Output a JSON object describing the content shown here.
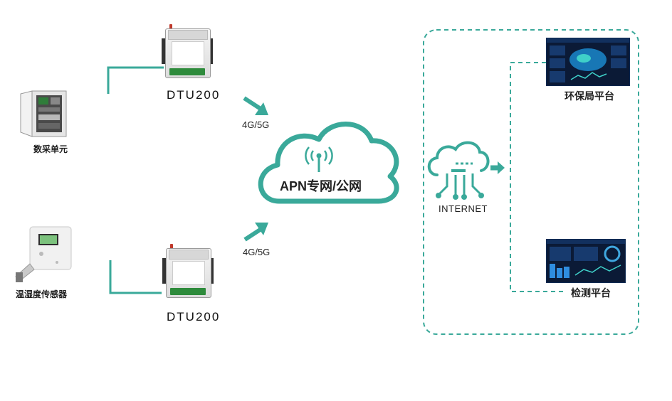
{
  "devices": {
    "data_unit": {
      "label": "数采单元"
    },
    "sensor": {
      "label": "温湿度传感器"
    }
  },
  "dtu": {
    "top_label": "DTU200",
    "bottom_label": "DTU200"
  },
  "network": {
    "top_link": "4G/5G",
    "bottom_link": "4G/5G",
    "cloud_label": "APN专网/公网",
    "internet_label": "INTERNET"
  },
  "platforms": {
    "env_bureau": "环保局平台",
    "monitoring": "检测平台"
  },
  "colors": {
    "accent": "#3aa99a",
    "connector": "#3aa99a"
  }
}
